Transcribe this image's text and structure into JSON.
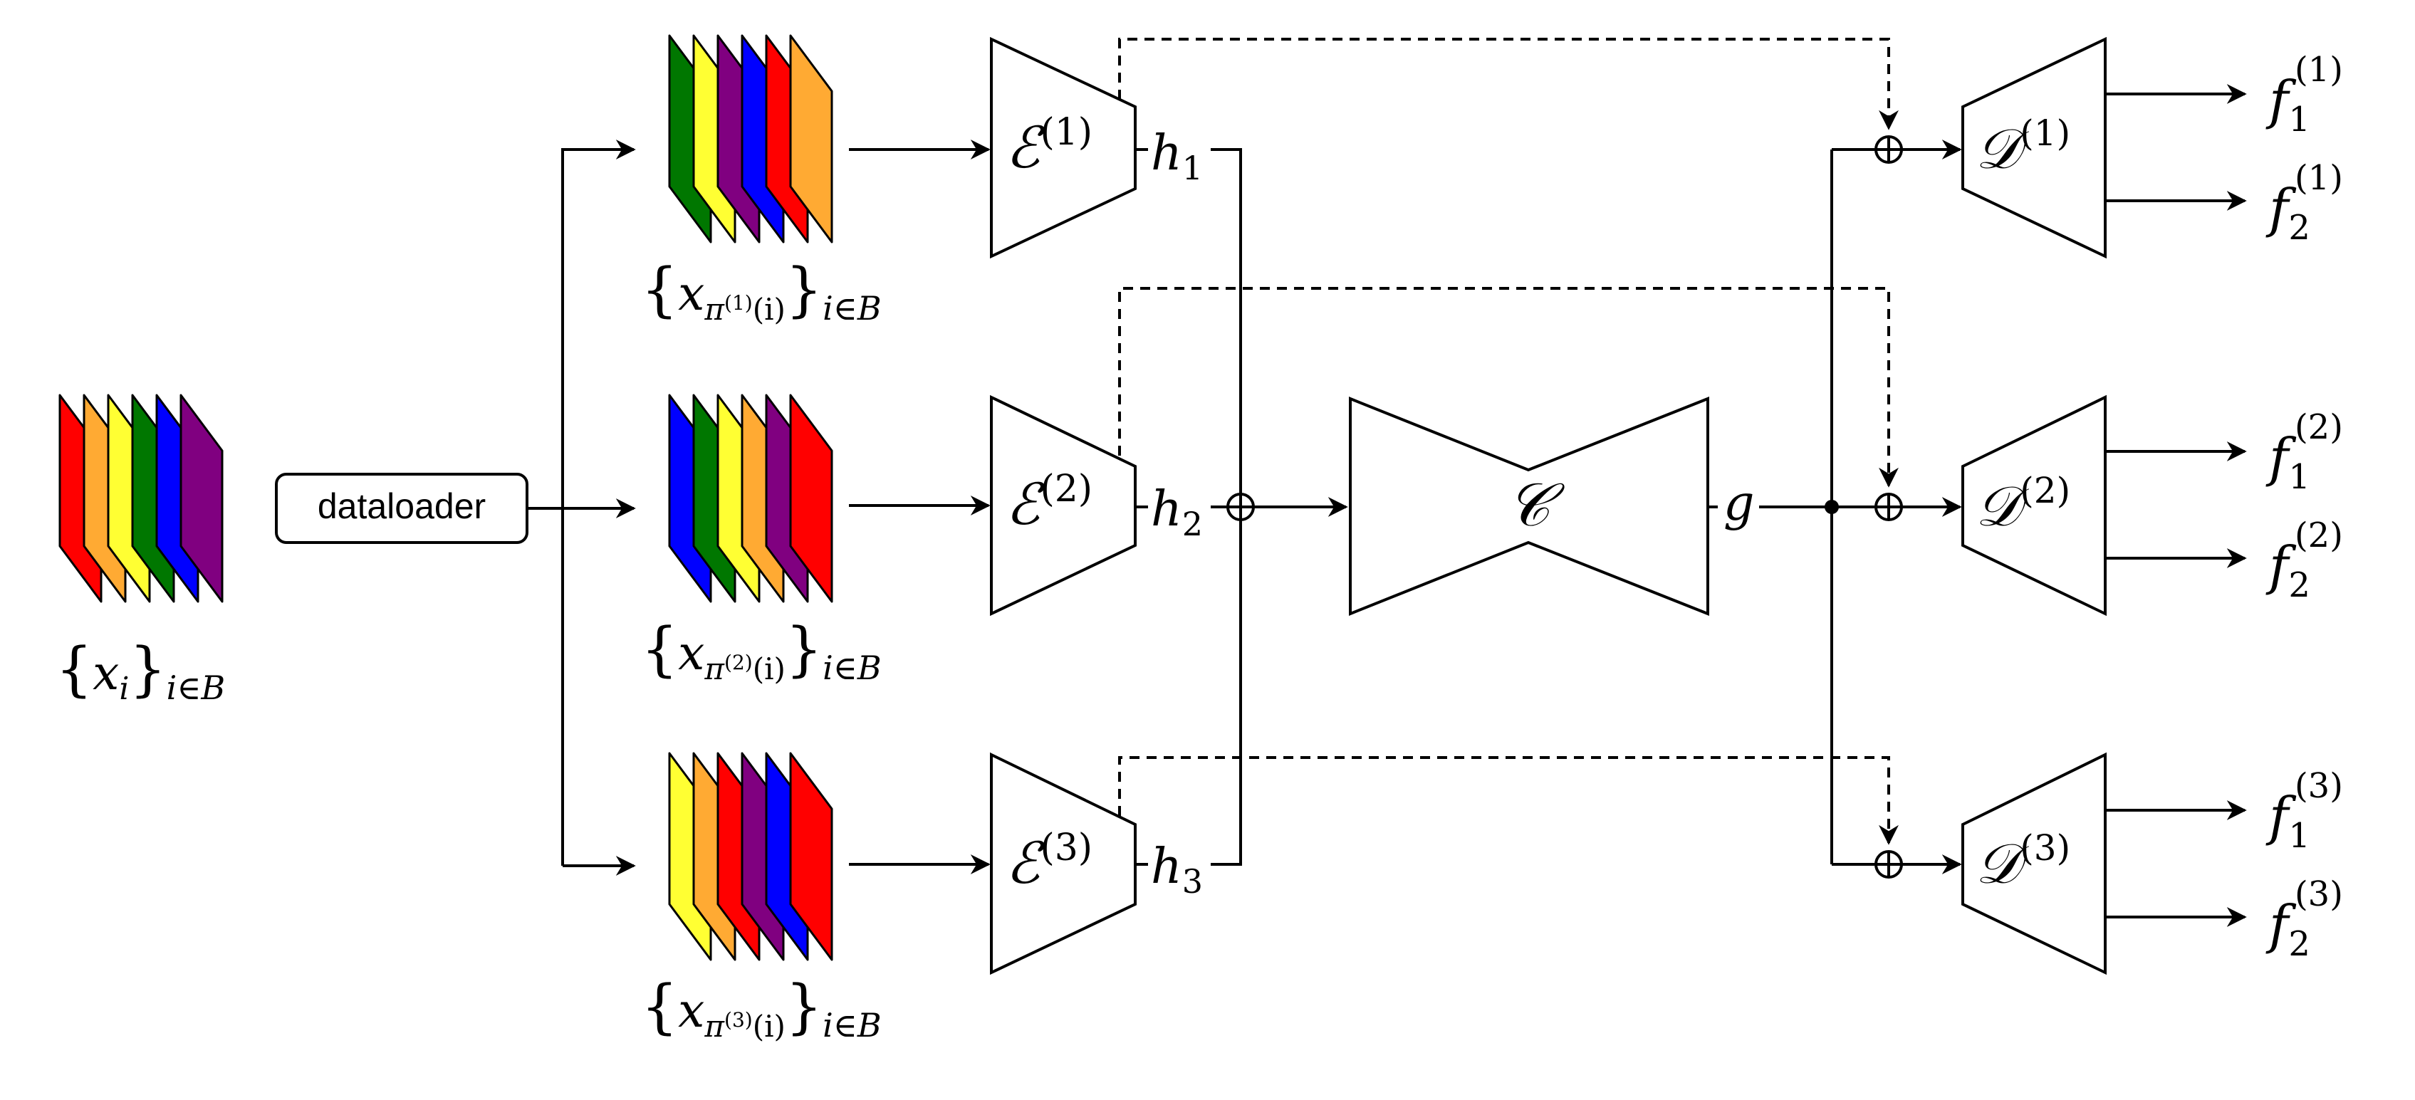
{
  "colors": {
    "red": "#ff0000",
    "orange": "#ffaa33",
    "yellow": "#ffff33",
    "green": "#007700",
    "blue": "#0000ff",
    "purple": "#800080"
  },
  "input": {
    "stack": [
      "red",
      "orange",
      "yellow",
      "green",
      "blue",
      "purple"
    ],
    "label": {
      "open": "{",
      "var": "x",
      "sub": "i",
      "close": "}",
      "index": "i∈B"
    }
  },
  "dataloader": {
    "label": "dataloader"
  },
  "branches": [
    {
      "stack": [
        "green",
        "yellow",
        "purple",
        "blue",
        "red",
        "orange"
      ],
      "label": {
        "open": "{",
        "var": "x",
        "pi": "π",
        "perm": "(1)",
        "arg": "(i)",
        "close": "}",
        "index": "i∈B"
      },
      "encoder": {
        "symbol": "ℰ",
        "sup": "(1)"
      },
      "h": {
        "var": "h",
        "sub": "1"
      },
      "decoder": {
        "symbol": "𝒟",
        "sup": "(1)"
      },
      "outputs": [
        {
          "var": "f",
          "sub": "1",
          "sup": "(1)"
        },
        {
          "var": "f",
          "sub": "2",
          "sup": "(1)"
        }
      ]
    },
    {
      "stack": [
        "blue",
        "green",
        "yellow",
        "orange",
        "purple",
        "red"
      ],
      "label": {
        "open": "{",
        "var": "x",
        "pi": "π",
        "perm": "(2)",
        "arg": "(i)",
        "close": "}",
        "index": "i∈B"
      },
      "encoder": {
        "symbol": "ℰ",
        "sup": "(2)"
      },
      "h": {
        "var": "h",
        "sub": "2"
      },
      "decoder": {
        "symbol": "𝒟",
        "sup": "(2)"
      },
      "outputs": [
        {
          "var": "f",
          "sub": "1",
          "sup": "(2)"
        },
        {
          "var": "f",
          "sub": "2",
          "sup": "(2)"
        }
      ]
    },
    {
      "stack": [
        "yellow",
        "orange",
        "red",
        "purple",
        "blue",
        "red"
      ],
      "label": {
        "open": "{",
        "var": "x",
        "pi": "π",
        "perm": "(3)",
        "arg": "(i)",
        "close": "}",
        "index": "i∈B"
      },
      "encoder": {
        "symbol": "ℰ",
        "sup": "(3)"
      },
      "h": {
        "var": "h",
        "sub": "3"
      },
      "decoder": {
        "symbol": "𝒟",
        "sup": "(3)"
      },
      "outputs": [
        {
          "var": "f",
          "sub": "1",
          "sup": "(3)"
        },
        {
          "var": "f",
          "sub": "2",
          "sup": "(3)"
        }
      ]
    }
  ],
  "core": {
    "symbol": "𝒞"
  },
  "g": {
    "var": "g"
  }
}
